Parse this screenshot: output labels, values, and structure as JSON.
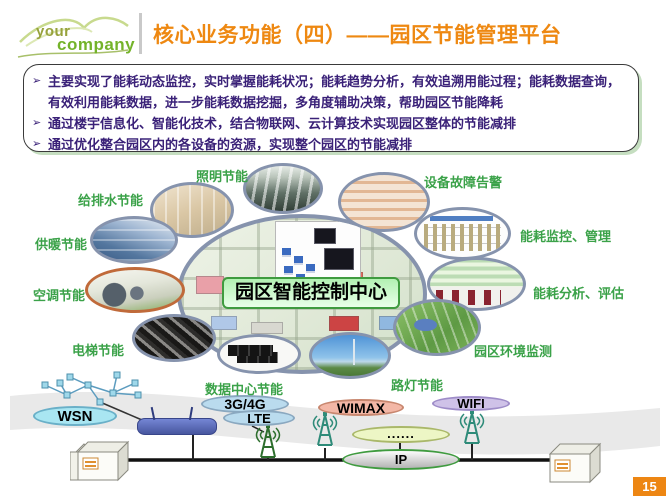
{
  "header": {
    "logo_top": "your",
    "logo_bottom": "company",
    "title": "核心业务功能（四）——园区节能管理平台"
  },
  "summary": {
    "bullet_char": "➢",
    "bullets": [
      "主要实现了能耗动态监控，实时掌握能耗状况；能耗趋势分析，有效追溯用能过程；能耗数据查询，有效利用能耗数据，进一步能耗数据挖掘，多角度辅助决策，帮助园区节能降耗",
      "通过楼宇信息化、智能化技术，结合物联网、云计算技术实现园区整体的节能减排",
      "通过优化整合园区内的各设备的资源，实现整个园区的节能减排"
    ]
  },
  "diagram": {
    "center_label": "园区智能控制中心",
    "satellites": [
      {
        "name": "lighting",
        "label": "照明节能"
      },
      {
        "name": "water",
        "label": "给排水节能"
      },
      {
        "name": "fault-alarm",
        "label": "设备故障告警"
      },
      {
        "name": "heating",
        "label": "供暖节能"
      },
      {
        "name": "energy-monitoring",
        "label": "能耗监控、管理"
      },
      {
        "name": "air-conditioning",
        "label": "空调节能"
      },
      {
        "name": "energy-analysis",
        "label": "能耗分析、评估"
      },
      {
        "name": "elevator",
        "label": "电梯节能"
      },
      {
        "name": "environment",
        "label": "园区环境监测"
      },
      {
        "name": "datacenter",
        "label": "数据中心节能"
      },
      {
        "name": "streetlight",
        "label": "路灯节能"
      }
    ]
  },
  "network": {
    "wsn": "WSN",
    "g34": "3G/4G",
    "lte": "LTE",
    "wimax": "WIMAX",
    "wifi": "WIFI",
    "dots": "......",
    "ip": "IP"
  },
  "page_number": "15",
  "colors": {
    "title_orange": "#ee8811",
    "bullet_purple": "#3a2178",
    "label_green": "#3ba249",
    "ellipse_border": "#8693ad",
    "page_box_orange": "#ed8613"
  }
}
